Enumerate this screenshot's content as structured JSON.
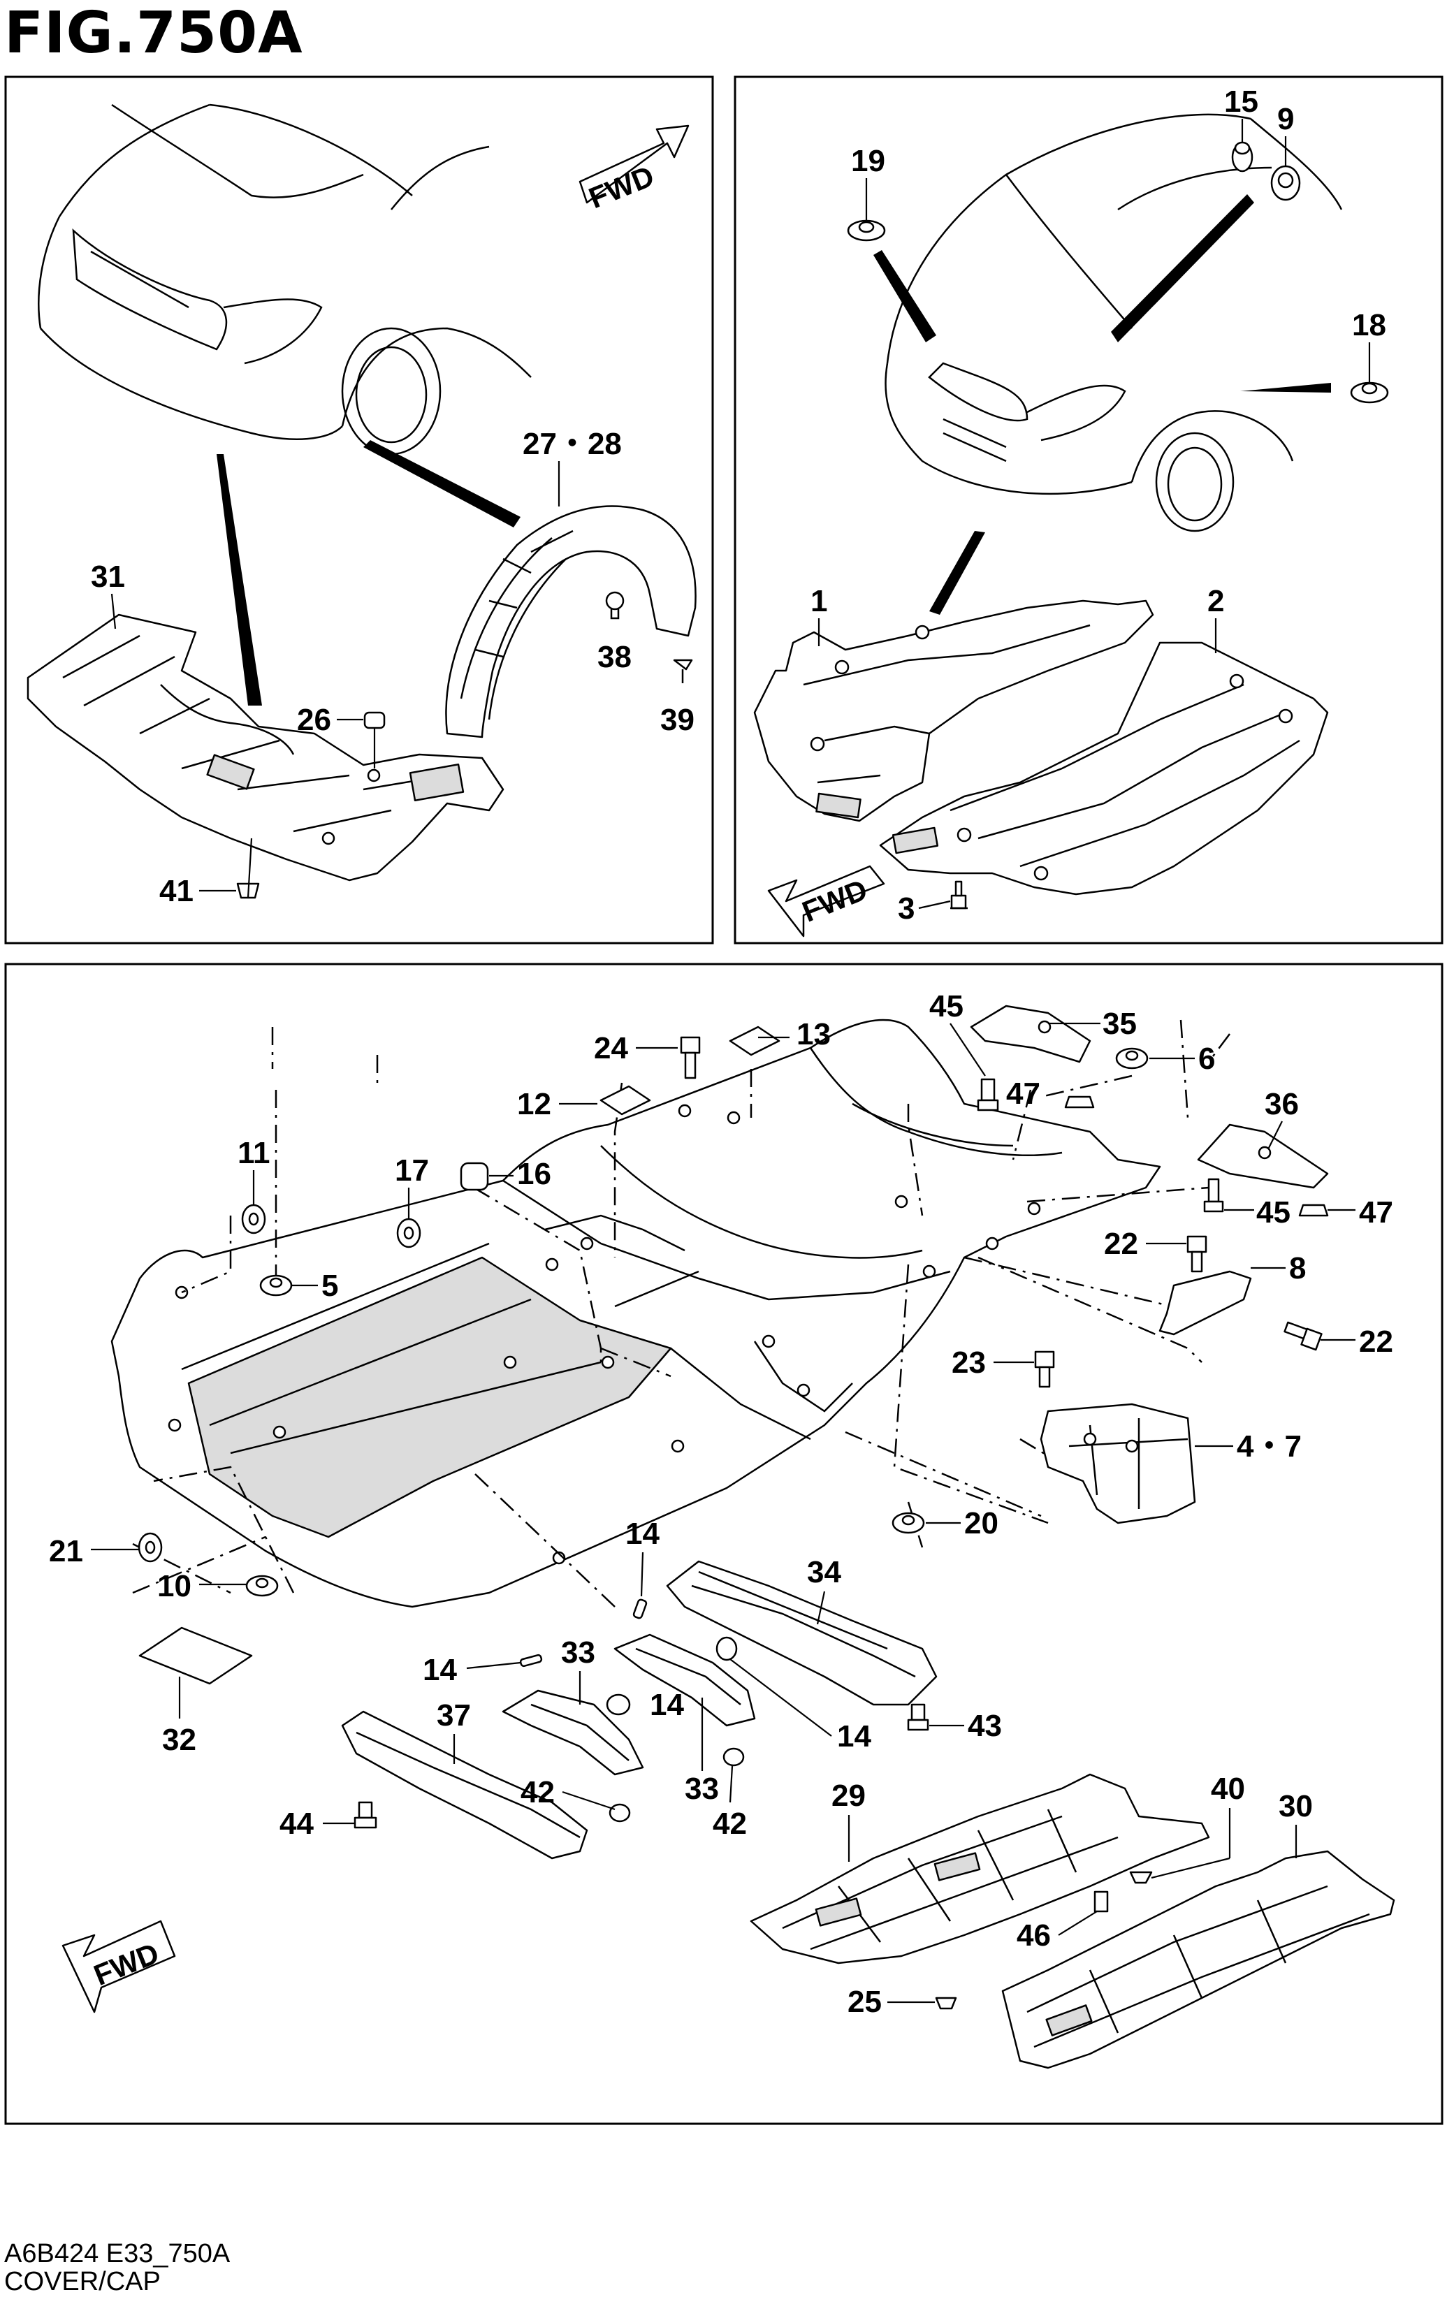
{
  "figure": {
    "title": "FIG.750A",
    "code": "A6B424 E33_750A",
    "caption": "COVER/CAP"
  },
  "fwd_label": "FWD",
  "callouts": {
    "p31": "31",
    "p27_28": "27・28",
    "p38": "38",
    "p39": "39",
    "p26": "26",
    "p41": "41",
    "p19": "19",
    "p15": "15",
    "p9": "9",
    "p18": "18",
    "p1": "1",
    "p2": "2",
    "p3": "3",
    "p24": "24",
    "p13": "13",
    "p12": "12",
    "p45a": "45",
    "p35": "35",
    "p6": "6",
    "p47a": "47",
    "p36": "36",
    "p11": "11",
    "p17": "17",
    "p16": "16",
    "p45b": "45",
    "p47b": "47",
    "p5": "5",
    "p22a": "22",
    "p8": "8",
    "p22b": "22",
    "p23": "23",
    "p4_7": "4・7",
    "p21": "21",
    "p20": "20",
    "p14a": "14",
    "p10": "10",
    "p34": "34",
    "p14b": "14",
    "p33a": "33",
    "p14c": "14",
    "p43": "43",
    "p32": "32",
    "p37": "37",
    "p14d": "14",
    "p33b": "33",
    "p42a": "42",
    "p42b": "42",
    "p29": "29",
    "p40": "40",
    "p30": "30",
    "p44": "44",
    "p46": "46",
    "p25": "25"
  }
}
